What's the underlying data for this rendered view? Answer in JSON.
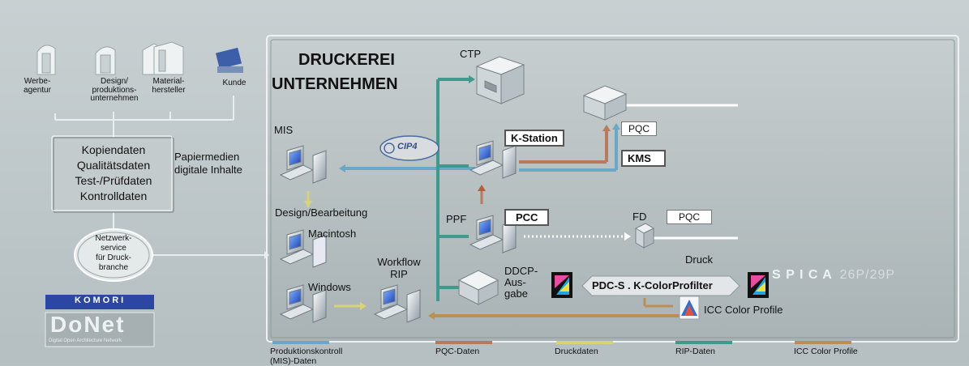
{
  "title_line1": "DRUCKEREI",
  "title_line2": "UNTERNEHMEN",
  "left": {
    "sources": [
      "Werbe-\nagentur",
      "Design/\nproduktions-\nunternehmen",
      "Material-\nhersteller",
      "Kunde"
    ],
    "data_box": [
      "Kopiendaten",
      "Qualitätsdaten",
      "Test-/Prüfdaten",
      "Kontrolldaten"
    ],
    "media": [
      "Papiermedien",
      "digitale Inhalte"
    ],
    "network": [
      "Netzwerk-",
      "service",
      "für Druck-",
      "branche"
    ],
    "brand_top": "KOMORI",
    "brand_main": "DoNet",
    "brand_sub": "Digital Open Architecture Network"
  },
  "nodes": {
    "ctp": "CTP",
    "mis": "MIS",
    "design": "Design/Bearbeitung",
    "macintosh": "Macintosh",
    "windows": "Windows",
    "workflow": [
      "Workflow",
      "RIP"
    ],
    "ppf": "PPF",
    "ddcp": [
      "DDCP-",
      "Aus-",
      "gabe"
    ],
    "fd": "FD",
    "druck": "Druck",
    "cip4": "CIP4",
    "icc": "ICC Color Profile"
  },
  "labels": {
    "kstation": "K-Station",
    "kms": "KMS",
    "pqc1": "PQC",
    "pqc2": "PQC",
    "pcc": "PCC",
    "pdcs": "PDC-S . K-ColorProfilter"
  },
  "spica": "S P I C A",
  "spica_model": "26P/29P",
  "legend": [
    {
      "label": "Produktionskontroll\n(MIS)-Daten",
      "color": "#6aa7c9"
    },
    {
      "label": "PQC-Daten",
      "color": "#b87a5a"
    },
    {
      "label": "Druckdaten",
      "color": "#d6d37a"
    },
    {
      "label": "RIP-Daten",
      "color": "#3e9a8c"
    },
    {
      "label": "ICC Color Profile",
      "color": "#b98f56"
    }
  ]
}
